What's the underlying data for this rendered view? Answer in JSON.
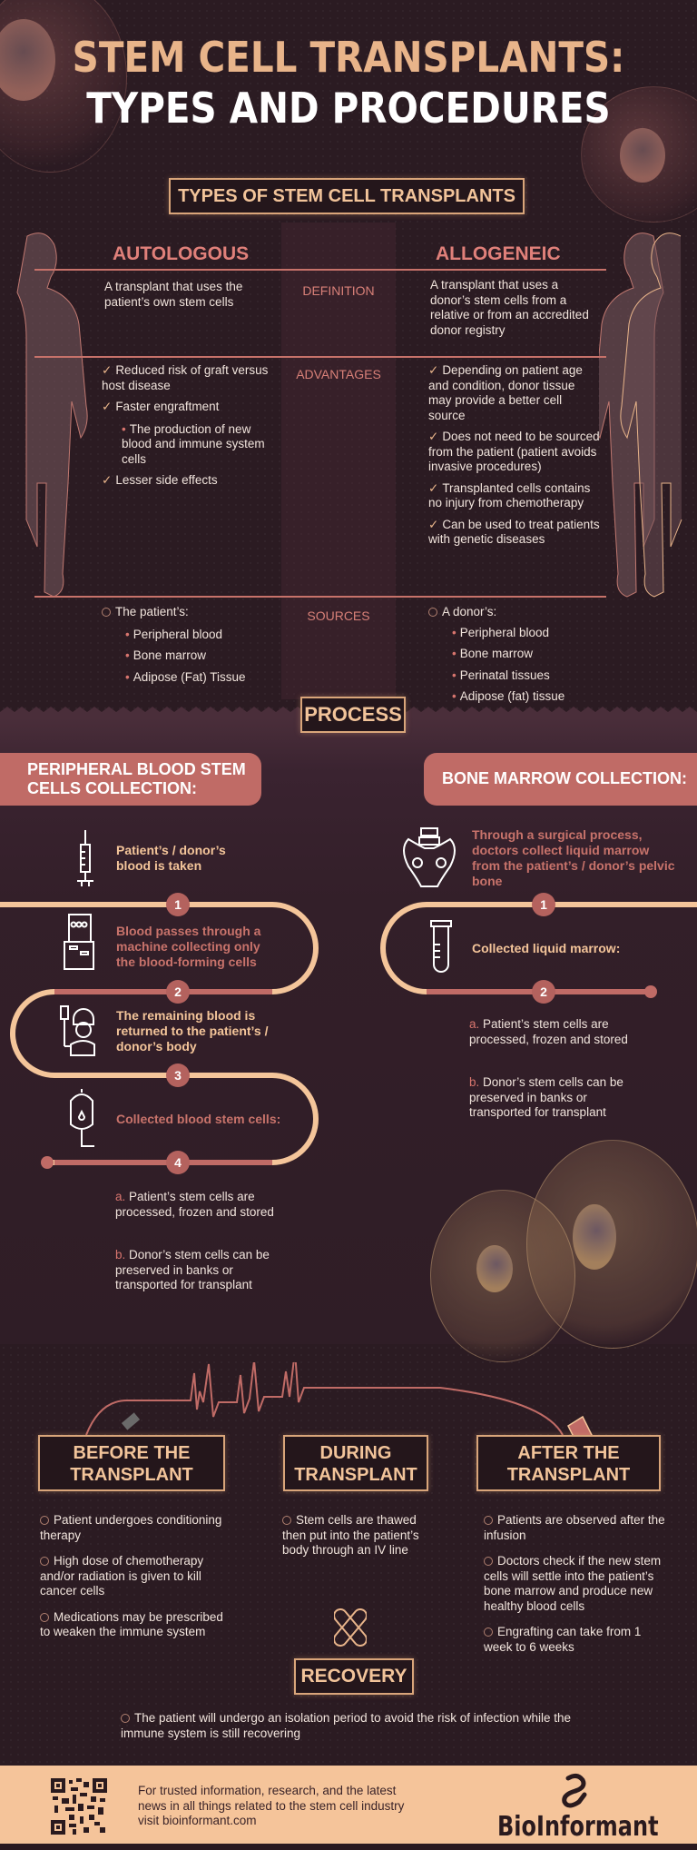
{
  "header": {
    "title_line1": "STEM CELL TRANSPLANTS:",
    "title_line2": "TYPES AND PROCEDURES"
  },
  "types_section": {
    "heading": "TYPES OF STEM CELL TRANSPLANTS",
    "columns": {
      "left": "AUTOLOGOUS",
      "right": "ALLOGENEIC"
    },
    "rows": {
      "definition": {
        "label": "DEFINITION",
        "left": "A transplant that uses the patient’s own stem cells",
        "right": "A transplant that uses a donor’s stem cells from a relative or from an accredited donor registry"
      },
      "advantages": {
        "label": "ADVANTAGES",
        "left": [
          {
            "text": "Reduced risk of graft versus host disease"
          },
          {
            "text": "Faster engraftment",
            "sub": "The production of new blood and immune system cells"
          },
          {
            "text": "Lesser side effects"
          }
        ],
        "right": [
          {
            "text": "Depending on patient age and condition, donor tissue may provide a better cell source"
          },
          {
            "text": "Does not need to be sourced from the patient (patient avoids invasive procedures)"
          },
          {
            "text": "Transplanted cells contains no injury from chemotherapy"
          },
          {
            "text": "Can be used to treat patients with genetic diseases"
          }
        ]
      },
      "sources": {
        "label": "SOURCES",
        "left": {
          "intro": "The patient’s:",
          "items": [
            "Peripheral blood",
            "Bone marrow",
            "Adipose (Fat) Tissue"
          ]
        },
        "right": {
          "intro": "A donor’s:",
          "items": [
            "Peripheral blood",
            "Bone marrow",
            "Perinatal tissues",
            "Adipose (fat) tissue"
          ]
        }
      }
    }
  },
  "process_section": {
    "heading": "PROCESS",
    "peripheral": {
      "title": "PERIPHERAL BLOOD STEM CELLS COLLECTION:",
      "steps": [
        {
          "icon": "syringe-icon",
          "text": "Patient’s / donor’s blood is taken",
          "number": "1"
        },
        {
          "icon": "apheresis-machine-icon",
          "text": "Blood passes through a machine collecting only the blood-forming cells",
          "number": "2"
        },
        {
          "icon": "patient-iv-icon",
          "text": "The remaining blood is returned to the patient’s / donor’s body",
          "number": "3"
        },
        {
          "icon": "blood-bag-icon",
          "text": "Collected blood stem cells:",
          "number": "4"
        }
      ],
      "outcomes": [
        {
          "letter": "a.",
          "text": "Patient’s stem cells are processed, frozen and stored"
        },
        {
          "letter": "b.",
          "text": "Donor’s stem cells can be preserved in banks or transported for transplant"
        }
      ]
    },
    "bone_marrow": {
      "title": "BONE MARROW COLLECTION:",
      "steps": [
        {
          "icon": "pelvis-icon",
          "text": "Through a surgical process, doctors collect liquid marrow from the patient’s / donor’s pelvic bone",
          "number": "1"
        },
        {
          "icon": "test-tube-icon",
          "text": "Collected liquid marrow:",
          "number": "2"
        }
      ],
      "outcomes": [
        {
          "letter": "a.",
          "text": "Patient’s stem cells are processed, frozen and stored"
        },
        {
          "letter": "b.",
          "text": "Donor’s stem cells can be preserved in banks or transported for transplant"
        }
      ]
    }
  },
  "phases": {
    "before": {
      "title": "BEFORE THE TRANSPLANT",
      "items": [
        "Patient undergoes conditioning therapy",
        "High dose of chemotherapy and/or radiation is given to kill cancer cells",
        "Medications may be prescribed to weaken the immune system"
      ]
    },
    "during": {
      "title": "DURING TRANSPLANT",
      "items": [
        "Stem cells are thawed then put into the patient’s body through an IV line"
      ]
    },
    "after": {
      "title": "AFTER THE TRANSPLANT",
      "items": [
        "Patients are observed after the infusion",
        "Doctors check if the new stem cells will settle into the patient’s bone marrow and produce new healthy blood cells",
        "Engrafting can take from 1 week to 6 weeks"
      ]
    },
    "recovery": {
      "title": "RECOVERY",
      "text": "The patient will undergo an isolation period to avoid the risk of infection while the immune system is still recovering"
    }
  },
  "footer": {
    "text": "For trusted information, research, and the latest news in all things related to the stem cell industry visit bioinformant.com",
    "brand": "BioInformant"
  },
  "colors": {
    "background": "#2b1b22",
    "peach": "#f4c59a",
    "rose": "#c8736b",
    "accent_line": "#c7726a",
    "footer_bg": "#f5c49a"
  }
}
